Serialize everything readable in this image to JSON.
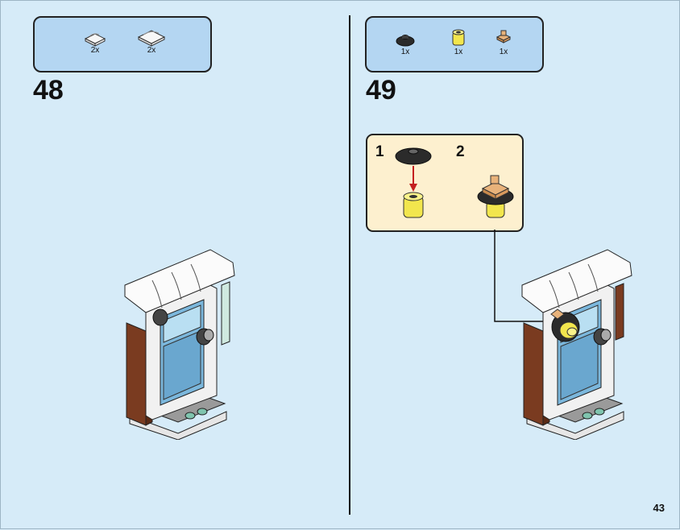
{
  "steps": [
    {
      "number": "48",
      "parts": [
        {
          "icon": "curved-slope-white-icon",
          "qty": "2x"
        },
        {
          "icon": "curved-slope-white-large-icon",
          "qty": "2x"
        }
      ]
    },
    {
      "number": "49",
      "parts": [
        {
          "icon": "round-plate-black-icon",
          "qty": "1x"
        },
        {
          "icon": "round-brick-yellow-icon",
          "qty": "1x"
        },
        {
          "icon": "lamp-fitting-gold-icon",
          "qty": "1x"
        }
      ],
      "substeps": [
        "1",
        "2"
      ]
    }
  ],
  "page_number": "43",
  "colors": {
    "background": "#d6ebf8",
    "parts_box": "#b4d6f2",
    "callout": "#fdf0cf"
  }
}
